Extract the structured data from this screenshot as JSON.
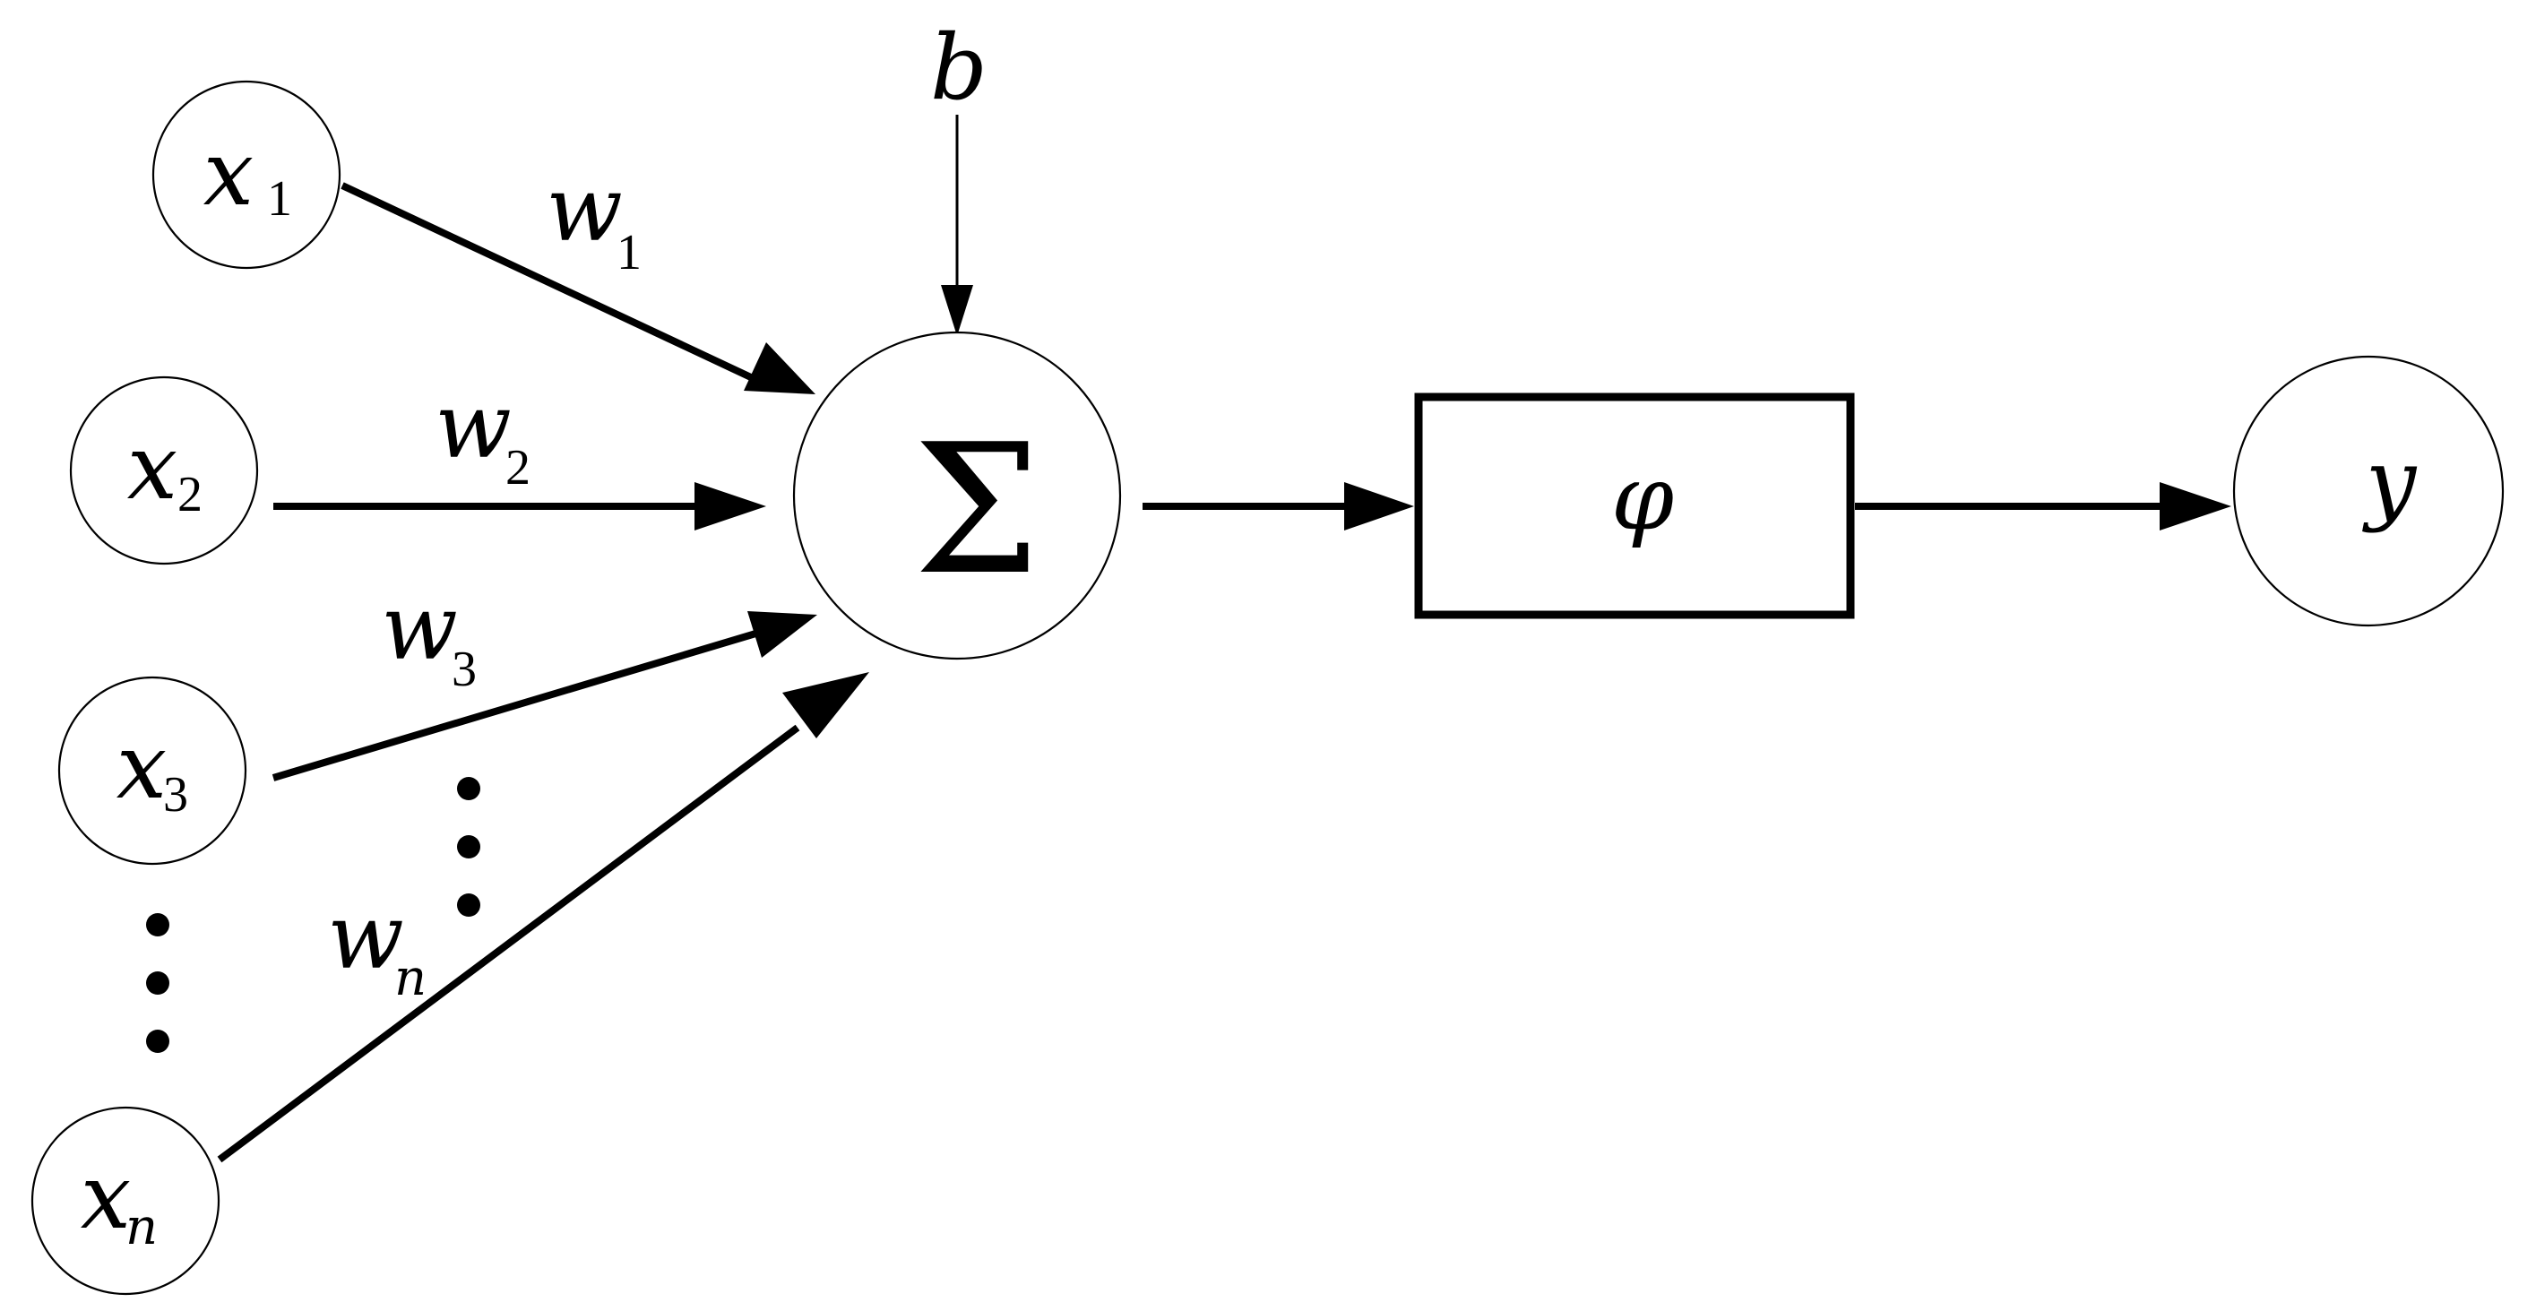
{
  "inputs": [
    {
      "symbol": "x",
      "sub": "1"
    },
    {
      "symbol": "x",
      "sub": "2"
    },
    {
      "symbol": "x",
      "sub": "3"
    },
    {
      "symbol": "x",
      "sub": "n"
    }
  ],
  "weights": [
    {
      "symbol": "w",
      "sub": "1"
    },
    {
      "symbol": "w",
      "sub": "2"
    },
    {
      "symbol": "w",
      "sub": "3"
    },
    {
      "symbol": "w",
      "sub": "n"
    }
  ],
  "bias": {
    "symbol": "b"
  },
  "summation": {
    "symbol": "Σ"
  },
  "activation": {
    "symbol": "φ"
  },
  "output": {
    "symbol": "y"
  }
}
